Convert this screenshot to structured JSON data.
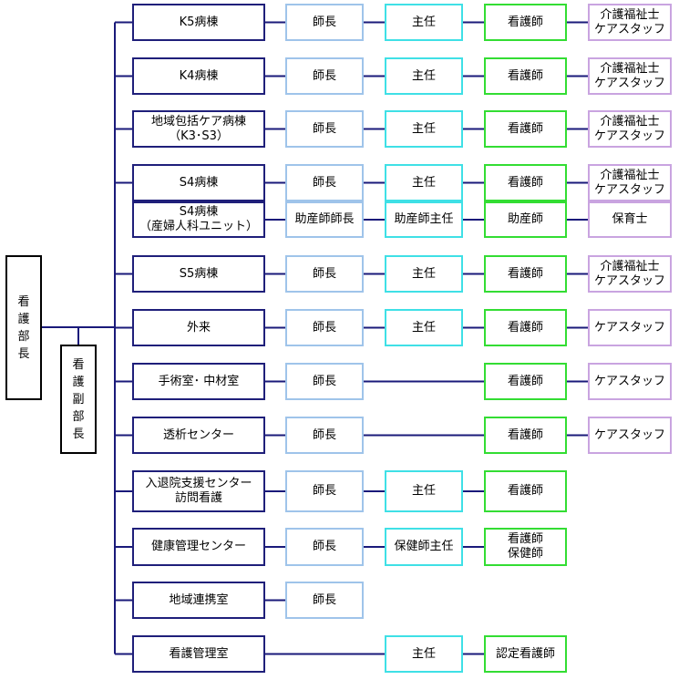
{
  "colors": {
    "line": "#1a1a7a",
    "department": "#1f1f7a",
    "head_nurse": "#9fc4ea",
    "chief_nurse": "#3fe0e6",
    "nurse": "#33dd33",
    "care_staff": "#c9a4e0",
    "director": "#000000"
  },
  "director": {
    "chars": [
      "看",
      "護",
      "部",
      "長"
    ]
  },
  "deputy_director": {
    "chars": [
      "看",
      "護",
      "副",
      "部",
      "長"
    ]
  },
  "rows": [
    {
      "department": "K5病棟",
      "head": "師長",
      "chief": "主任",
      "nurse": "看護師",
      "care": "介護福祉士\nケアスタッフ"
    },
    {
      "department": "K4病棟",
      "head": "師長",
      "chief": "主任",
      "nurse": "看護師",
      "care": "介護福祉士\nケアスタッフ"
    },
    {
      "department": "地域包括ケア病棟\n（K3･S3）",
      "head": "師長",
      "chief": "主任",
      "nurse": "看護師",
      "care": "介護福祉士\nケアスタッフ"
    },
    {
      "department": "S4病棟",
      "head": "師長",
      "chief": "主任",
      "nurse": "看護師",
      "care": "介護福祉士\nケアスタッフ"
    },
    {
      "department": "S4病棟\n（産婦人科ユニット）",
      "head": "助産師師長",
      "chief": "助産師主任",
      "nurse": "助産師",
      "care": "保育士"
    },
    {
      "department": "S5病棟",
      "head": "師長",
      "chief": "主任",
      "nurse": "看護師",
      "care": "介護福祉士\nケアスタッフ"
    },
    {
      "department": "外来",
      "head": "師長",
      "chief": "主任",
      "nurse": "看護師",
      "care": "ケアスタッフ"
    },
    {
      "department": "手術室･ 中材室",
      "head": "師長",
      "nurse": "看護師",
      "care": "ケアスタッフ"
    },
    {
      "department": "透析センター",
      "head": "師長",
      "nurse": "看護師",
      "care": "ケアスタッフ"
    },
    {
      "department": "入退院支援センター\n訪問看護",
      "head": "師長",
      "chief": "主任",
      "nurse": "看護師"
    },
    {
      "department": "健康管理センター",
      "head": "師長",
      "chief": "保健師主任",
      "nurse": "看護師\n保健師"
    },
    {
      "department": "地域連携室",
      "head": "師長"
    },
    {
      "department": "看護管理室",
      "chief": "主任",
      "nurse": "認定看護師"
    }
  ]
}
